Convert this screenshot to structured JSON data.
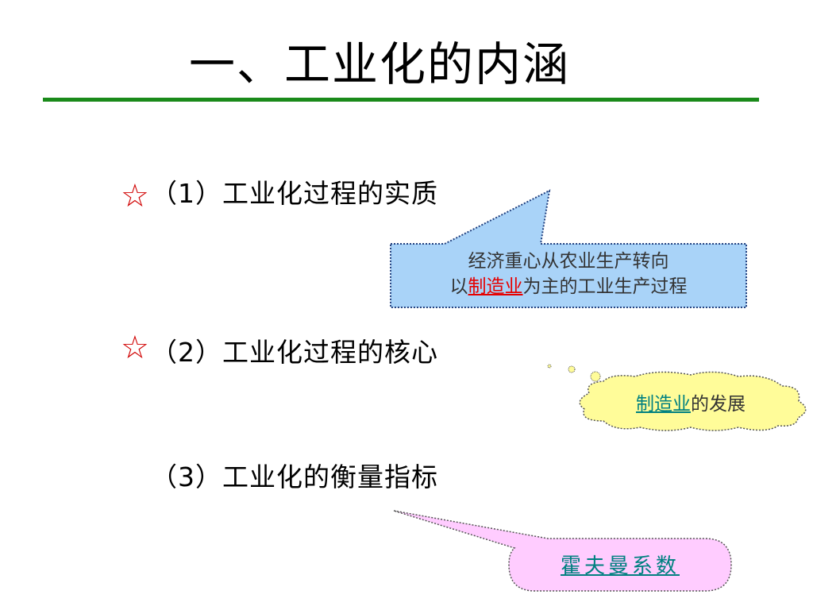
{
  "title": "一、工业化的内涵",
  "colors": {
    "rule": "#1a8a1a",
    "star": "#d00000",
    "callout_blue": "#a9d3f8",
    "callout_yellow": "#fffc99",
    "callout_pink": "#ffccff"
  },
  "star_icon": "☆",
  "items": [
    {
      "label": "（1）工业化过程的实质"
    },
    {
      "label": "（2）工业化过程的核心"
    },
    {
      "label": "（3）工业化的衡量指标"
    }
  ],
  "callouts": {
    "essence": {
      "line1": "经济重心从农业生产转向",
      "prefix": "以",
      "link": "制造业",
      "suffix": "为主的工业生产过程"
    },
    "core": {
      "link": "制造业",
      "suffix": "的发展"
    },
    "indicator": {
      "link": "霍夫曼系数"
    }
  }
}
